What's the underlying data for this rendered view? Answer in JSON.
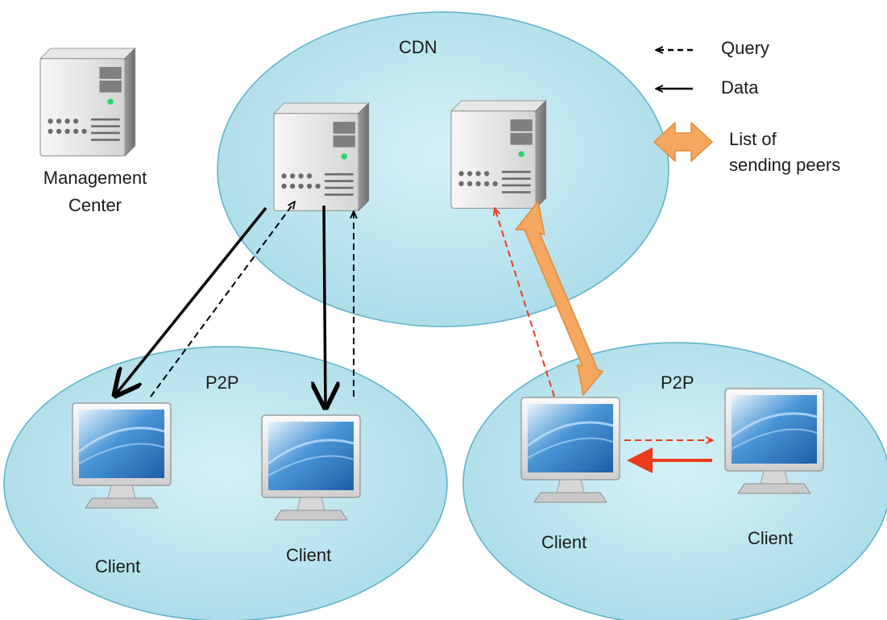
{
  "regions": {
    "cdn": "CDN",
    "p2p_left": "P2P",
    "p2p_right": "P2P"
  },
  "management": {
    "line1": "Management",
    "line2": "Center"
  },
  "clients": {
    "c1": "Client",
    "c2": "Client",
    "c3": "Client",
    "c4": "Client"
  },
  "legend": {
    "query": "Query",
    "data": "Data",
    "list_line1": "List of",
    "list_line2": "sending peers"
  },
  "colors": {
    "cloud_fill": "#bfe6ef",
    "cloud_stroke": "#5bb0c8",
    "data_arrow": "#000000",
    "query_arrow": "#000000",
    "red_arrow": "#ec3a1c",
    "orange_arrow": "#f5a75f",
    "orange_stroke": "#e08a3a"
  },
  "icons": {
    "server": "server-icon",
    "monitor": "monitor-icon"
  }
}
